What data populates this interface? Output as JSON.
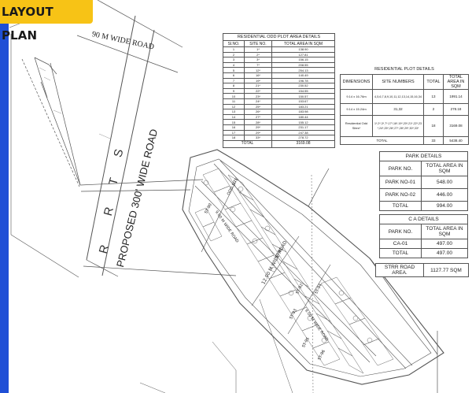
{
  "page_title": "LAYOUT PLAN",
  "colors": {
    "title_tab": "#f7c316",
    "left_bar": "#1f4fd6",
    "plan_line": "#555555"
  },
  "map_labels": {
    "road_90m": "90 M  WIDE ROAD",
    "strr_letters": [
      "S",
      "T",
      "R",
      "R"
    ],
    "proposed_road": "PROPOSED 300' WIDE ROAD",
    "road_9m_a": "9.00 M WIDE ROAD",
    "road_9m_b": "9.00 M WIDE ROAD",
    "road_12m": "12.00 M WIDE ROAD",
    "odd_site": "ODD SITE",
    "rotated_codes": [
      "ST-90",
      "ST-91",
      "ST-92",
      "ST-93",
      "ST-94",
      "ST-95",
      "ST-96"
    ]
  },
  "odd_plot_table": {
    "title": "RESIDENTIAL ODD PLOT AREA DETAILS",
    "headers": [
      "Sl.NO.",
      "SITE NO.",
      "TOTAL AREA IN SQM"
    ],
    "rows": [
      [
        "1",
        "1*",
        "138.90"
      ],
      [
        "2",
        "2*",
        "127.81"
      ],
      [
        "3",
        "3*",
        "156.15"
      ],
      [
        "4",
        "7*",
        "208.55"
      ],
      [
        "5",
        "12*",
        "254.13"
      ],
      [
        "6",
        "16*",
        "140.49"
      ],
      [
        "7",
        "19*",
        "196.78"
      ],
      [
        "8",
        "21*",
        "230.52"
      ],
      [
        "9",
        "22*",
        "154.55"
      ],
      [
        "10",
        "23*",
        "150.57"
      ],
      [
        "11",
        "24*",
        "153.67"
      ],
      [
        "12",
        "25*",
        "183.21"
      ],
      [
        "13",
        "26*",
        "183.98"
      ],
      [
        "14",
        "27*",
        "180.44"
      ],
      [
        "15",
        "28*",
        "155.12"
      ],
      [
        "16",
        "29*",
        "231.17"
      ],
      [
        "17",
        "29*",
        "247.38"
      ],
      [
        "18",
        "33*",
        "278.72"
      ]
    ],
    "total_label": "TOTAL",
    "total_value": "3169.08"
  },
  "plot_table": {
    "title": "RESIDENTIAL PLOT DETAILS",
    "headers": [
      "DIMENSIONS",
      "SITE NUMBERS",
      "TOTAL",
      "TOTAL AREA IN SQM"
    ],
    "rows": [
      [
        "9.14 x 16.76m",
        "4,5,6,7,8,9,10,11,12,13,14,15,16,34",
        "13",
        "1991.14"
      ],
      [
        "9.14 x 15.24m",
        "31,32",
        "2",
        "278.18"
      ],
      [
        "Residential Odd Sites*",
        "1*,2*,3*,7*,17*,16*,19*,20*,21*,22*,23*,24*,25*,26*,27*,28*,29*,30*,33*",
        "18",
        "3169.08"
      ]
    ],
    "total_label": "TOTAL",
    "total_count": "33",
    "total_area": "5438.40"
  },
  "park_table": {
    "title": "PARK DETAILS",
    "headers": [
      "PARK NO.",
      "TOTAL AREA IN SQM"
    ],
    "rows": [
      [
        "PARK NO-01",
        "548.00"
      ],
      [
        "PARK NO-02",
        "446.00"
      ]
    ],
    "total_label": "TOTAL",
    "total_value": "994.00"
  },
  "ca_table": {
    "title": "C A DETAILS",
    "headers": [
      "PARK NO.",
      "TOTAL AREA IN SQM"
    ],
    "rows": [
      [
        "CA-01",
        "497.00"
      ]
    ],
    "total_label": "TOTAL",
    "total_value": "497.00"
  },
  "strr_area": {
    "label": "STRR ROAD AREA.",
    "value": "1127.77 SQM"
  }
}
